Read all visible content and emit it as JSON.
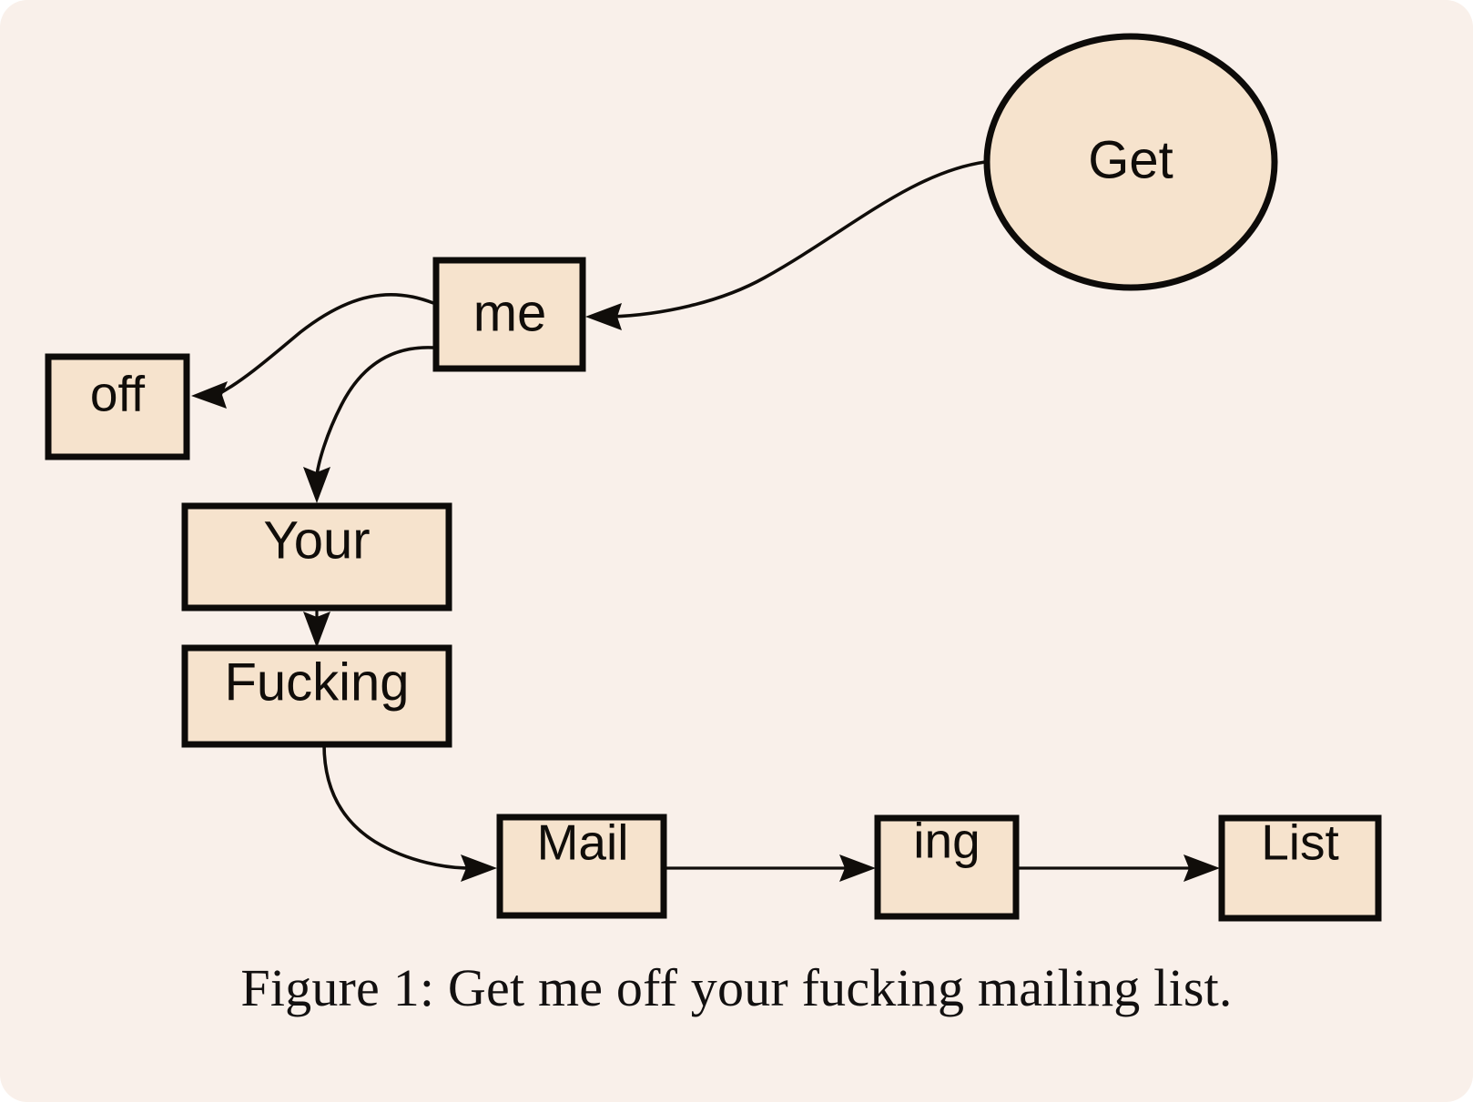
{
  "figure": {
    "caption": "Figure 1: Get me off your fucking mailing list.",
    "background_color": "#f9f0ea",
    "node_fill_color": "#f6e3cd",
    "node_stroke_color": "#0d0b09",
    "nodes": [
      {
        "id": "get",
        "label": "Get",
        "shape": "ellipse"
      },
      {
        "id": "me",
        "label": "me",
        "shape": "rect"
      },
      {
        "id": "off",
        "label": "off",
        "shape": "rect"
      },
      {
        "id": "your",
        "label": "Your",
        "shape": "rect"
      },
      {
        "id": "fucking",
        "label": "Fucking",
        "shape": "rect"
      },
      {
        "id": "mail",
        "label": "Mail",
        "shape": "rect"
      },
      {
        "id": "ing",
        "label": "ing",
        "shape": "rect"
      },
      {
        "id": "list",
        "label": "List",
        "shape": "rect"
      }
    ],
    "edges": [
      {
        "from": "get",
        "to": "me",
        "style": "curved"
      },
      {
        "from": "me",
        "to": "off",
        "style": "curved"
      },
      {
        "from": "me",
        "to": "your",
        "style": "curved"
      },
      {
        "from": "your",
        "to": "fucking",
        "style": "straight"
      },
      {
        "from": "fucking",
        "to": "mail",
        "style": "curved"
      },
      {
        "from": "mail",
        "to": "ing",
        "style": "straight"
      },
      {
        "from": "ing",
        "to": "list",
        "style": "straight"
      }
    ]
  }
}
